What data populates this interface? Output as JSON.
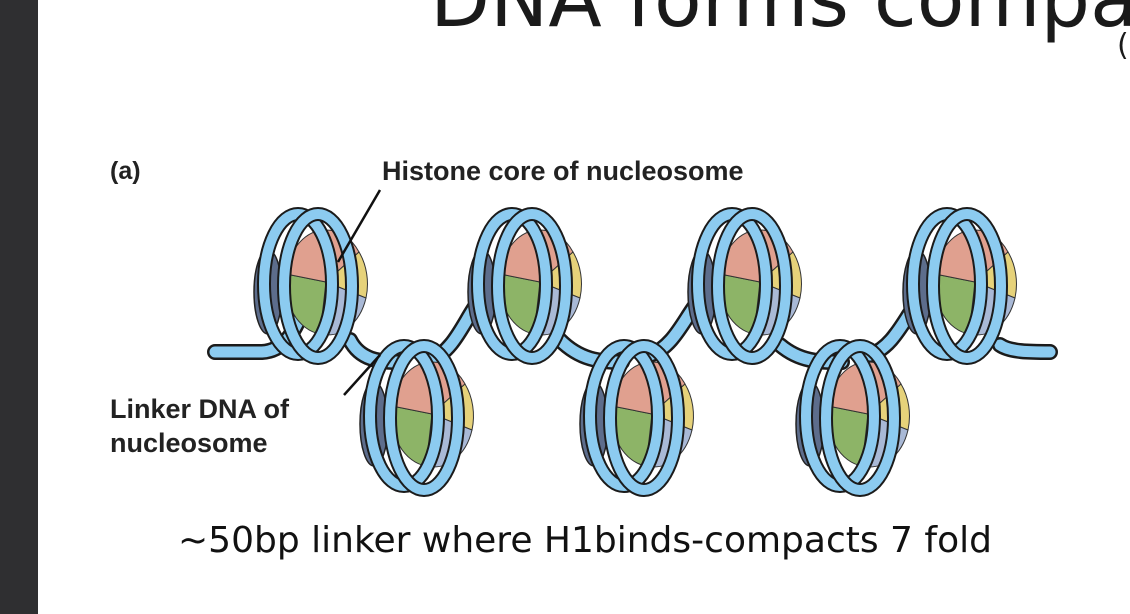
{
  "slide": {
    "title": "DNA forms compa",
    "title_cut": "(",
    "caption": "~50bp linker where H1binds-compacts 7 fold"
  },
  "diagram": {
    "panel_label": "(a)",
    "core_label": "Histone core of nucleosome",
    "linker_label": "Linker DNA of nucleosome"
  },
  "colors": {
    "dna_fill": "#8ccbf0",
    "dna_outline": "#1b1b1b",
    "histone_pink": "#e0a08f",
    "histone_yellow": "#e6d27a",
    "histone_green": "#8db467",
    "histone_blue": "#a9b9d6",
    "histone_back": "#5d6d8c"
  }
}
